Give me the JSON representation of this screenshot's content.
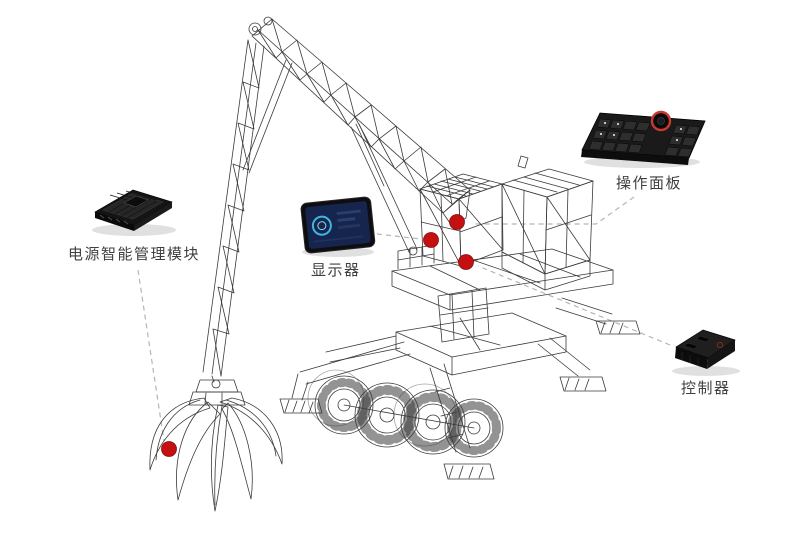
{
  "callouts": [
    {
      "id": "power_module",
      "label": "电源智能管理模块",
      "image": "power-module-photo"
    },
    {
      "id": "display",
      "label": "显示器",
      "image": "tablet-display-photo"
    },
    {
      "id": "control_panel",
      "label": "操作面板",
      "image": "keypad-console-photo"
    },
    {
      "id": "controller",
      "label": "控制器",
      "image": "controller-photo"
    }
  ],
  "hotspots": [
    "cab-front-left",
    "cab-roof",
    "cab-front-lower",
    "grapple-claw"
  ],
  "colors": {
    "hotspot": "#c41010",
    "connector": "#b5b5b5",
    "wireframe": "#3a3a3a",
    "label_text": "#3f3f3f",
    "screen_blue": "#16254d",
    "screen_accent": "#3fb6e0",
    "knob_red": "#c8392f"
  }
}
